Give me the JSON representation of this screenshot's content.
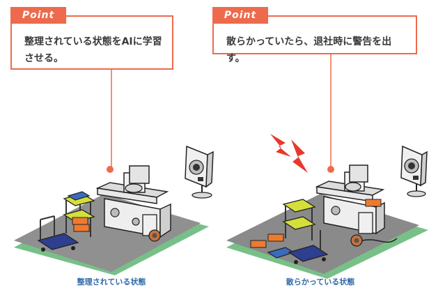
{
  "panels": [
    {
      "point_label": "Point",
      "point_text": "整理されている状態をAIに学習させる。",
      "caption": "整理されている状態"
    },
    {
      "point_label": "Point",
      "point_text": "散らかっていたら、退社時に警告を出す。",
      "caption": "散らかっている状態"
    }
  ],
  "colors": {
    "accent": "#ee6a4c",
    "caption": "#2f69a8",
    "floor": "#8a8a8a",
    "floor_border": "#78c088",
    "lightning": "#e8382d"
  },
  "icons": [
    "camera-icon",
    "lightning-icon"
  ]
}
